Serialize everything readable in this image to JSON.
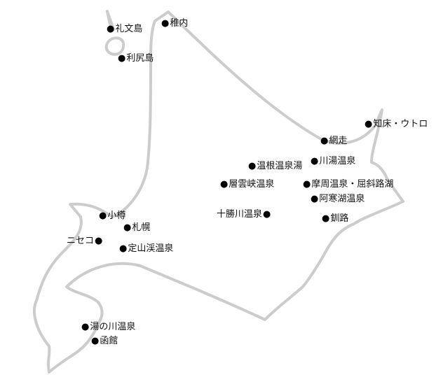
{
  "map": {
    "outline_color": "#cccccc",
    "marker_color": "#000000",
    "marker_glyph": "●",
    "locations": [
      {
        "id": "rebun",
        "label": "礼文島"
      },
      {
        "id": "wakkanai",
        "label": "稚内"
      },
      {
        "id": "rishiri",
        "label": "利尻島"
      },
      {
        "id": "shiretoko",
        "label": "知床・ウトロ"
      },
      {
        "id": "abashiri",
        "label": "網走"
      },
      {
        "id": "kawayu",
        "label": "川湯温泉"
      },
      {
        "id": "onnetoyu",
        "label": "温根温泉湯"
      },
      {
        "id": "sounkyo",
        "label": "層雲峡温泉"
      },
      {
        "id": "mashu",
        "label": "摩周温泉・屈斜路湖"
      },
      {
        "id": "akanko",
        "label": "阿寒湖温泉"
      },
      {
        "id": "tokachigawa",
        "label": "十勝川温泉"
      },
      {
        "id": "kushiro",
        "label": "釧路"
      },
      {
        "id": "otaru",
        "label": "小樽"
      },
      {
        "id": "sapporo",
        "label": "札幌"
      },
      {
        "id": "niseko",
        "label": "ニセコ"
      },
      {
        "id": "jozankei",
        "label": "定山渓温泉"
      },
      {
        "id": "yunokawa",
        "label": "湯の川温泉"
      },
      {
        "id": "hakodate",
        "label": "函館"
      }
    ]
  }
}
